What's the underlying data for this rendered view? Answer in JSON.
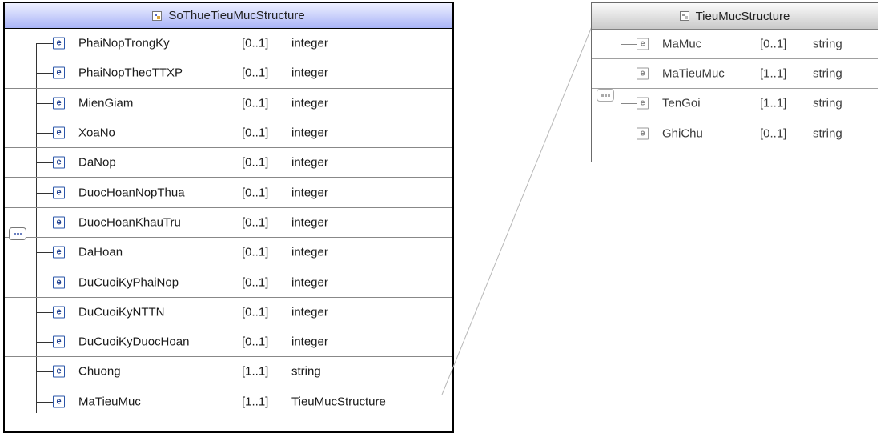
{
  "main": {
    "title": "SoThueTieuMucStructure",
    "rows": [
      {
        "name": "PhaiNopTrongKy",
        "card": "[0..1]",
        "type": "integer"
      },
      {
        "name": "PhaiNopTheoTTXP",
        "card": "[0..1]",
        "type": "integer"
      },
      {
        "name": "MienGiam",
        "card": "[0..1]",
        "type": "integer"
      },
      {
        "name": "XoaNo",
        "card": "[0..1]",
        "type": "integer"
      },
      {
        "name": "DaNop",
        "card": "[0..1]",
        "type": "integer"
      },
      {
        "name": "DuocHoanNopThua",
        "card": "[0..1]",
        "type": "integer"
      },
      {
        "name": "DuocHoanKhauTru",
        "card": "[0..1]",
        "type": "integer"
      },
      {
        "name": "DaHoan",
        "card": "[0..1]",
        "type": "integer"
      },
      {
        "name": "DuCuoiKyPhaiNop",
        "card": "[0..1]",
        "type": "integer"
      },
      {
        "name": "DuCuoiKyNTTN",
        "card": "[0..1]",
        "type": "integer"
      },
      {
        "name": "DuCuoiKyDuocHoan",
        "card": "[0..1]",
        "type": "integer"
      },
      {
        "name": "Chuong",
        "card": "[1..1]",
        "type": "string"
      },
      {
        "name": "MaTieuMuc",
        "card": "[1..1]",
        "type": "TieuMucStructure"
      }
    ]
  },
  "ref": {
    "title": "TieuMucStructure",
    "rows": [
      {
        "name": "MaMuc",
        "card": "[0..1]",
        "type": "string"
      },
      {
        "name": "MaTieuMuc",
        "card": "[1..1]",
        "type": "string"
      },
      {
        "name": "TenGoi",
        "card": "[1..1]",
        "type": "string"
      },
      {
        "name": "GhiChu",
        "card": "[0..1]",
        "type": "string"
      }
    ]
  },
  "icons": {
    "element": "e",
    "sequence": "sequence-compositor-icon",
    "complex_type": "complex-type-icon"
  }
}
